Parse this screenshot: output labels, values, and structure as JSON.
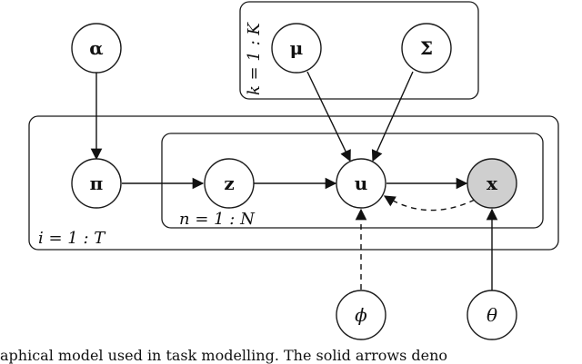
{
  "nodes": {
    "alpha": {
      "label": "α"
    },
    "mu": {
      "label": "μ"
    },
    "sigma": {
      "label": "Σ"
    },
    "pi": {
      "label": "π"
    },
    "z": {
      "label": "z"
    },
    "u": {
      "label": "u"
    },
    "x": {
      "label": "x",
      "observed": true
    },
    "phi": {
      "label": "ϕ"
    },
    "theta": {
      "label": "θ"
    }
  },
  "plates": {
    "k": {
      "label": "k = 1 : K"
    },
    "i": {
      "label": "i = 1 : T"
    },
    "n": {
      "label": "n = 1 : N"
    }
  },
  "caption": {
    "text": "aphical model used in task modelling. The solid arrows deno"
  },
  "colors": {
    "observed_fill": "#cfcfcf",
    "stroke": "#1a1a1a"
  }
}
